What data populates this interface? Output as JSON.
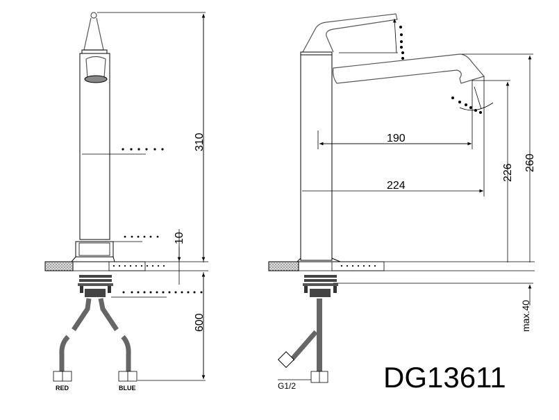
{
  "model_code": "DG13611",
  "front_view": {
    "dimensions": {
      "height": "310",
      "base_offset": "10",
      "hose_length": "600"
    },
    "hose_labels": {
      "hot": "RED",
      "cold": "BLUE"
    }
  },
  "side_view": {
    "dimensions": {
      "aerator_reach": "190",
      "spout_reach": "224",
      "aerator_height": "226",
      "spout_height": "260",
      "max_counter_thickness": "max.40"
    },
    "thread_label": "G1/2"
  }
}
